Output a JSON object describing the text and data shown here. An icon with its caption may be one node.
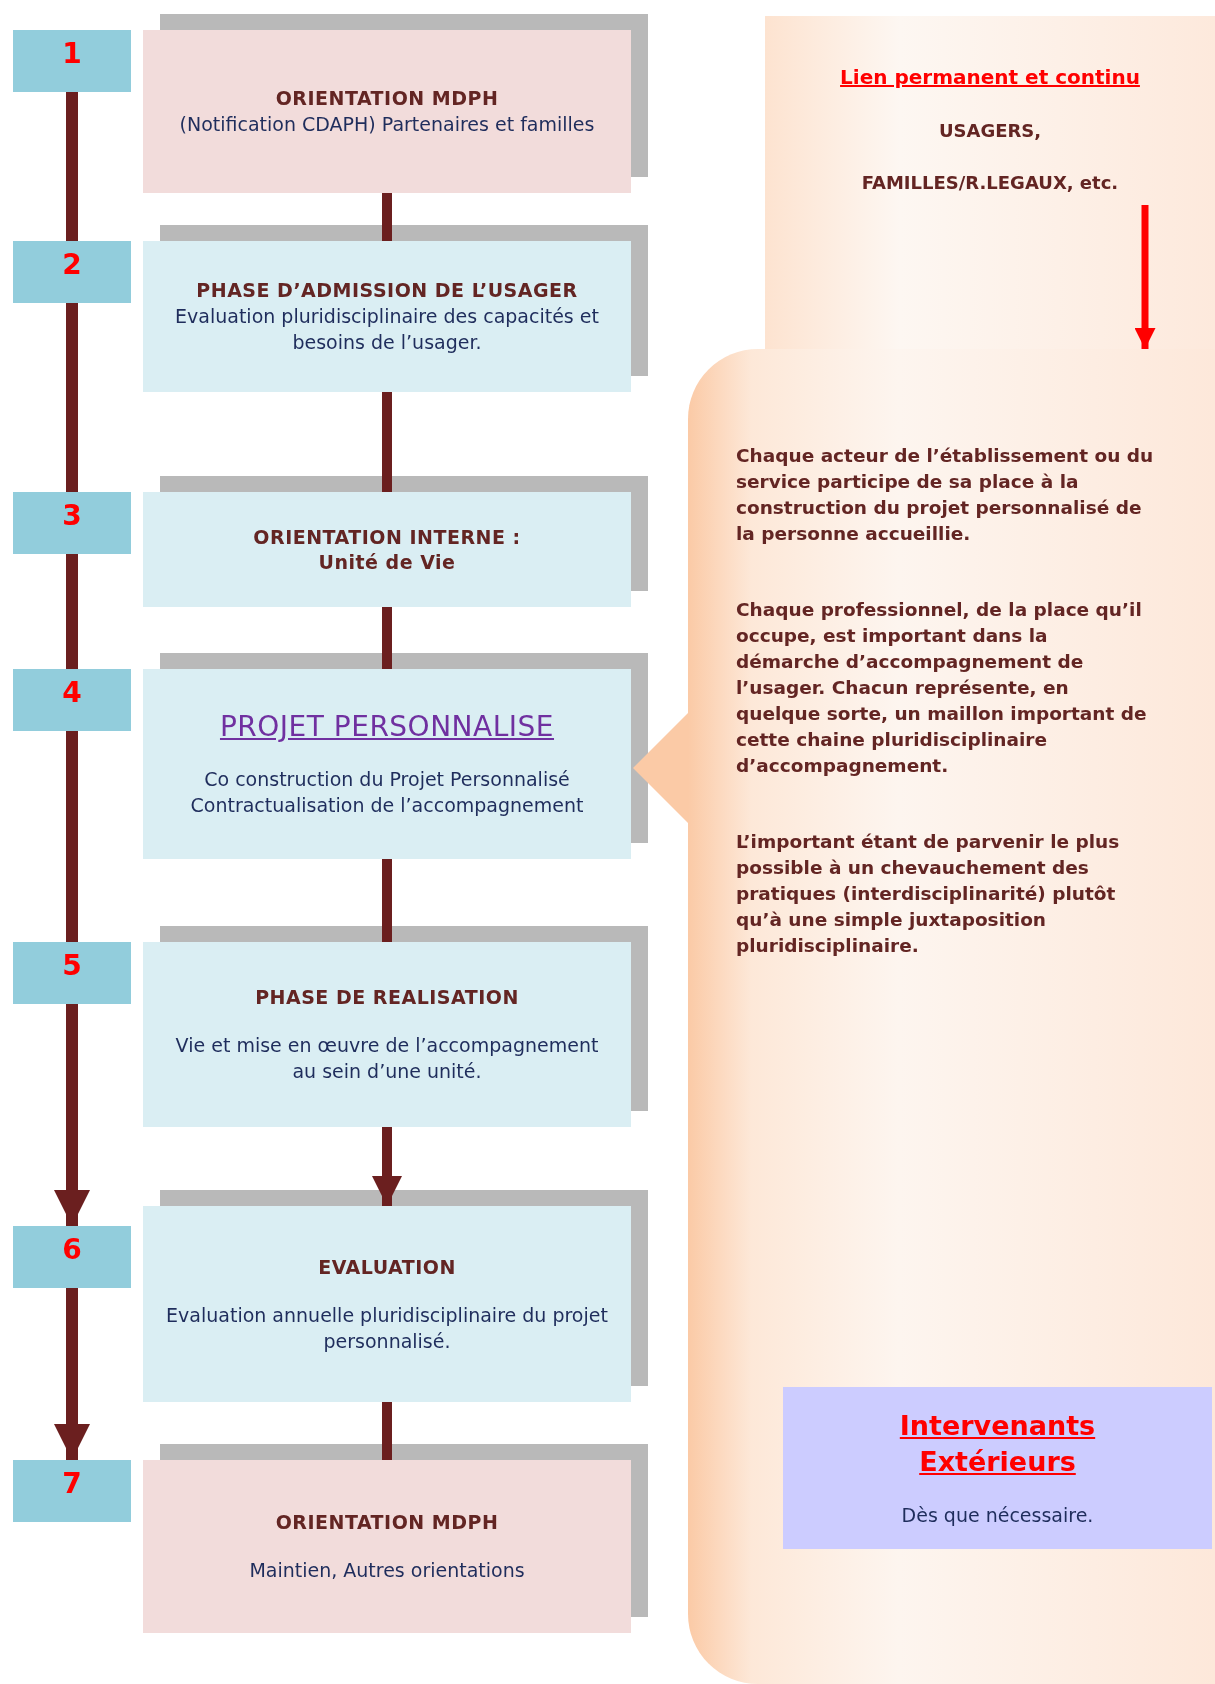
{
  "diagram": {
    "nodes": [
      {
        "text": [
          "1"
        ]
      },
      {
        "text": [
          "ORIENTATION MDPH",
          "(Notification CDAPH) Partenaires et familles"
        ]
      },
      {
        "text": [
          "2"
        ]
      },
      {
        "text": [
          "PHASE D’ADMISSION DE L’USAGER",
          "Evaluation pluridisciplinaire des capacités et besoins de l’usager."
        ]
      },
      {
        "text": [
          "3"
        ]
      },
      {
        "text": [
          "ORIENTATION INTERNE :",
          "Unité de Vie"
        ]
      },
      {
        "text": [
          "4"
        ]
      },
      {
        "text": [
          "PROJET PERSONNALISE",
          "Co construction du Projet Personnalisé Contractualisation de l’accompagnement"
        ]
      },
      {
        "text": [
          "5"
        ]
      },
      {
        "text": [
          "PHASE DE REALISATION",
          "Vie et mise en œuvre de l’accompagnement au sein d’une unité."
        ]
      },
      {
        "text": [
          "6"
        ]
      },
      {
        "text": [
          "EVALUATION",
          "Evaluation annuelle pluridisciplinaire du projet personnalisé."
        ]
      },
      {
        "text": [
          "7"
        ]
      },
      {
        "text": [
          "ORIENTATION MDPH",
          "Maintien, Autres orientations"
        ]
      },
      {
        "text": [
          "Lien permanent et continu",
          "USAGERS,",
          "FAMILLES/R.LEGAUX, etc."
        ]
      },
      {
        "text": [
          "Chaque acteur de l’établissement ou du service participe de sa place à la construction du projet personnalisé de la personne accueillie.",
          "Chaque professionnel, de la place qu’il occupe, est important dans la démarche d’accompagnement de l’usager. Chacun représente, en quelque sorte, un maillon important de cette chaine pluridisciplinaire d’accompagnement.",
          "L’important étant de parvenir le plus possible à un chevauchement des pratiques (interdisciplinarité) plutôt qu’à une simple juxtaposition pluridisciplinaire."
        ]
      },
      {
        "text": [
          "Intervenants Extérieurs",
          "Dès que nécessaire."
        ],
        "in": 15
      }
    ],
    "edges": [
      {
        "from": 0,
        "to": 2,
        "arrow": "none"
      },
      {
        "from": 2,
        "to": 4,
        "arrow": "none"
      },
      {
        "from": 4,
        "to": 6,
        "arrow": "none"
      },
      {
        "from": 6,
        "to": 8,
        "arrow": "none"
      },
      {
        "from": 8,
        "to": 10,
        "arrow": "to"
      },
      {
        "from": 10,
        "to": 12,
        "arrow": "to"
      },
      {
        "from": 1,
        "to": 3,
        "arrow": "none"
      },
      {
        "from": 3,
        "to": 5,
        "arrow": "none"
      },
      {
        "from": 5,
        "to": 7,
        "arrow": "none"
      },
      {
        "from": 7,
        "to": 9,
        "arrow": "none"
      },
      {
        "from": 9,
        "to": 11,
        "arrow": "to"
      },
      {
        "from": 11,
        "to": 13,
        "arrow": "none"
      },
      {
        "from": 14,
        "to": 15,
        "arrow": "to",
        "color": "#ff0000"
      },
      {
        "from": 15,
        "to": 7,
        "arrow": "none"
      }
    ]
  }
}
